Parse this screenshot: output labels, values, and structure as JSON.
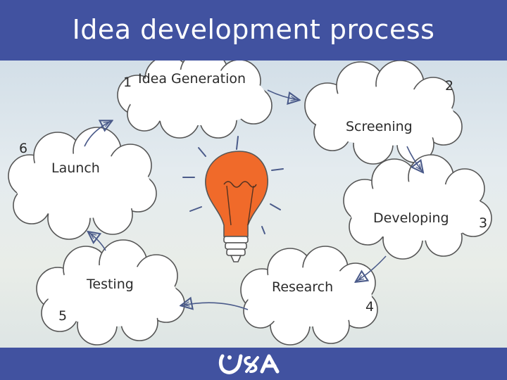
{
  "title": "Idea development process",
  "steps": [
    {
      "number": "1",
      "label": "Idea  Generation"
    },
    {
      "number": "2",
      "label": "Screening"
    },
    {
      "number": "3",
      "label": "Developing"
    },
    {
      "number": "4",
      "label": "Research"
    },
    {
      "number": "5",
      "label": "Testing"
    },
    {
      "number": "6",
      "label": "Launch"
    }
  ],
  "center_icon": "lightbulb-icon",
  "logo_icon": "uea-logo",
  "colors": {
    "title_bar": "#4152a0",
    "cloud_fill": "#ffffff",
    "cloud_stroke": "#555555",
    "arrow_color": "#4b5b8a",
    "bulb_fill": "#f06a2a"
  }
}
